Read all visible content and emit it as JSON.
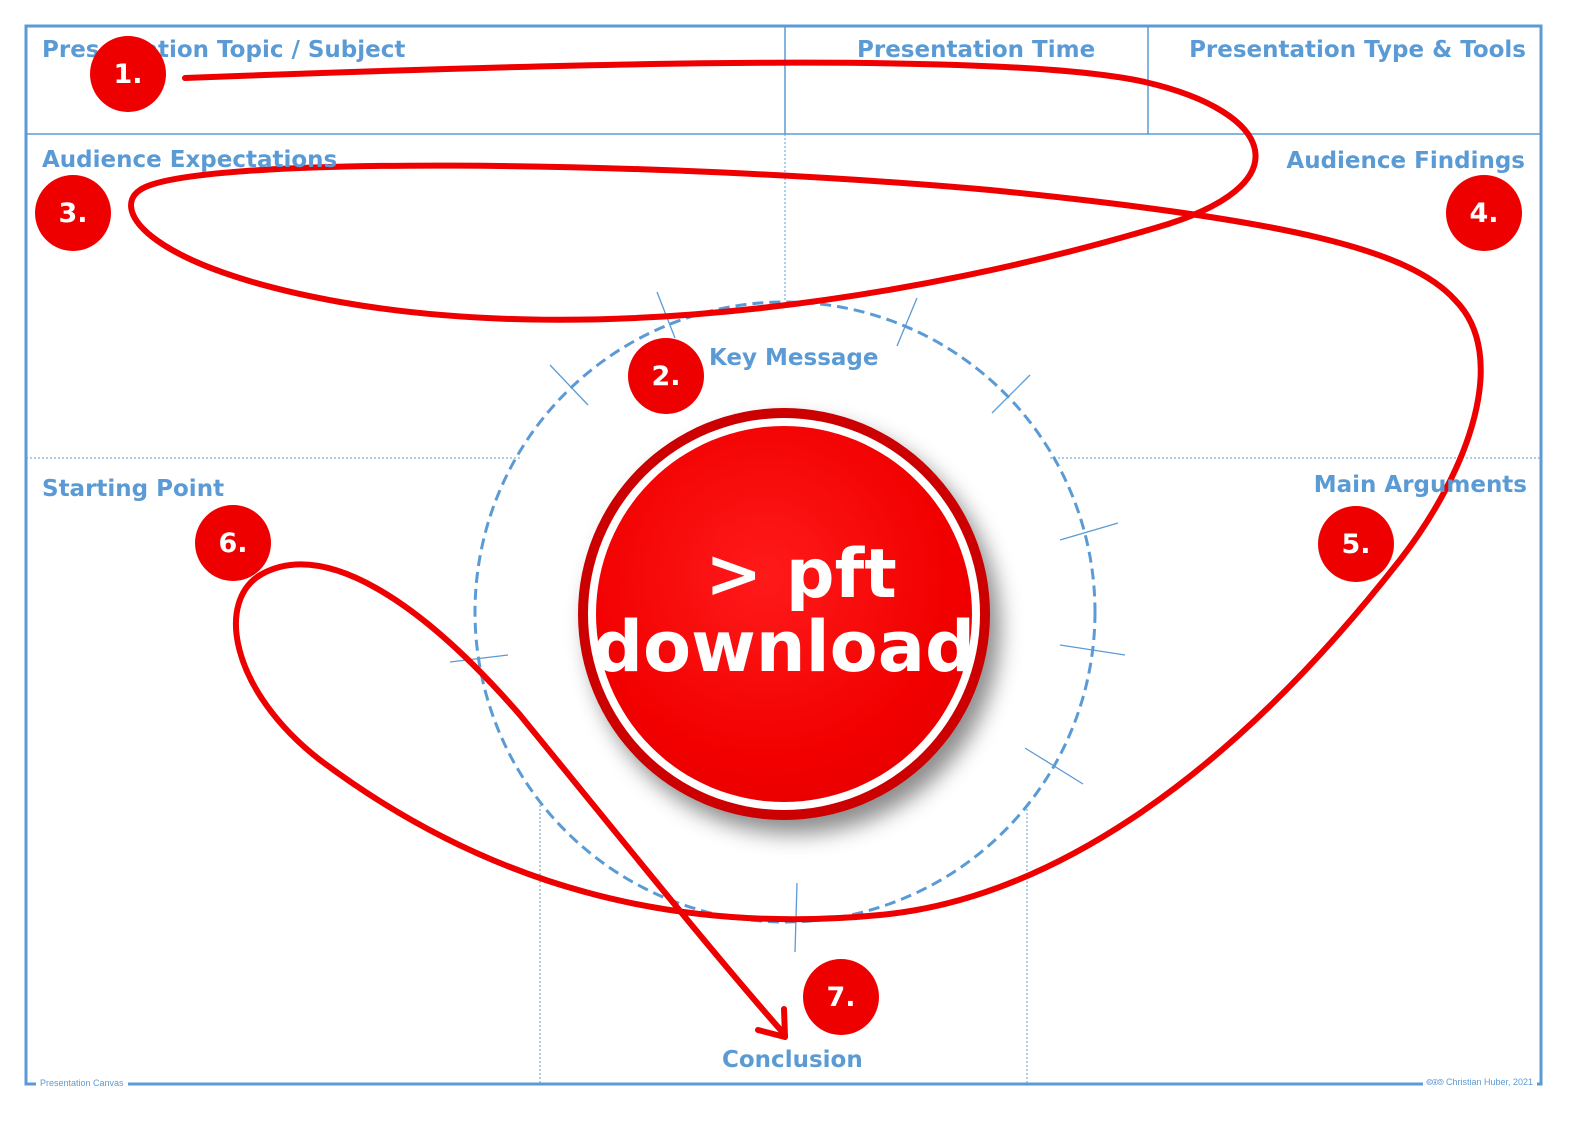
{
  "sections": {
    "topic": "Presentation Topic / Subject",
    "time": "Presentation Time",
    "type_tools": "Presentation Type & Tools",
    "expectations": "Audience Expectations",
    "findings": "Audience Findings",
    "key_message": "Key Message",
    "starting_point": "Starting Point",
    "main_arguments": "Main Arguments",
    "conclusion": "Conclusion"
  },
  "steps": [
    "1.",
    "2.",
    "3.",
    "4.",
    "5.",
    "6.",
    "7."
  ],
  "download_button": {
    "line1": "> pft",
    "line2": "download"
  },
  "footer": {
    "left": "Presentation Canvas",
    "right": "Christian Huber, 2021",
    "license_icons": "cc-by-sa-icons"
  },
  "colors": {
    "grid": "#5b9bd5",
    "accent": "#ee0000"
  }
}
